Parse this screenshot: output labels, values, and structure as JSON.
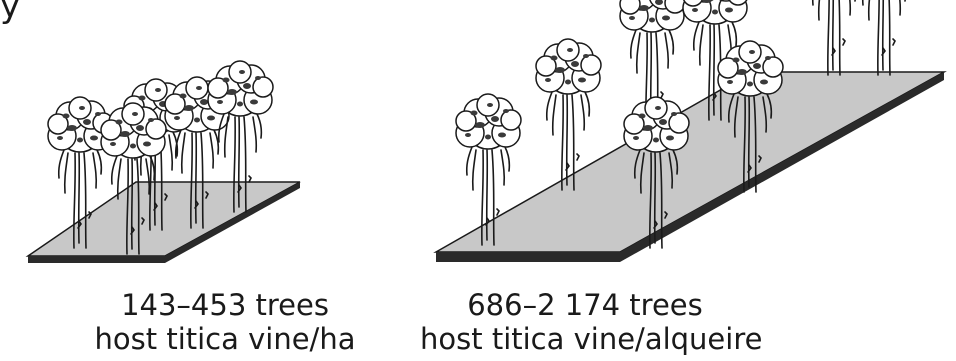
{
  "corner_fragment": "y",
  "panels": [
    {
      "line1": "143–453 trees",
      "line2": "host titica vine/ha"
    },
    {
      "line1": "686–2 174 trees",
      "line2": "host titica vine/alqueire"
    }
  ]
}
